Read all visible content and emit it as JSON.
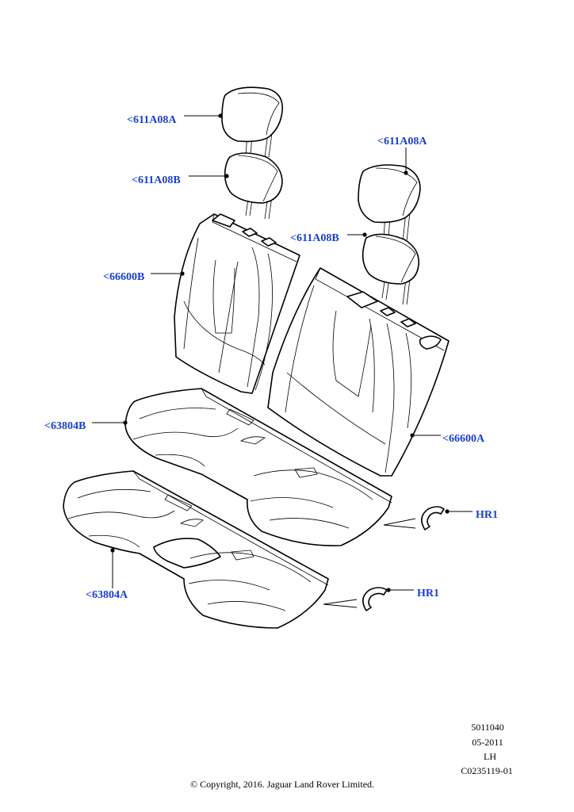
{
  "labels": {
    "headrest_a_top": "<611A08A",
    "headrest_b_left": "<611A08B",
    "headrest_a_right": "<611A08A",
    "headrest_b_right": "<611A08B",
    "backrest_b": "<66600B",
    "backrest_a": "<66600A",
    "cushion_b": "<63804B",
    "cushion_a": "<63804A",
    "hr1_upper": "HR1",
    "hr1_lower": "HR1"
  },
  "meta": {
    "code1": "5011040",
    "date": "05-2011",
    "side": "LH",
    "ref": "C0235119-01",
    "copyright": "© Copyright, 2016. Jaguar Land Rover Limited."
  },
  "colors": {
    "callout": "#1a3fcf",
    "line": "#000000"
  }
}
